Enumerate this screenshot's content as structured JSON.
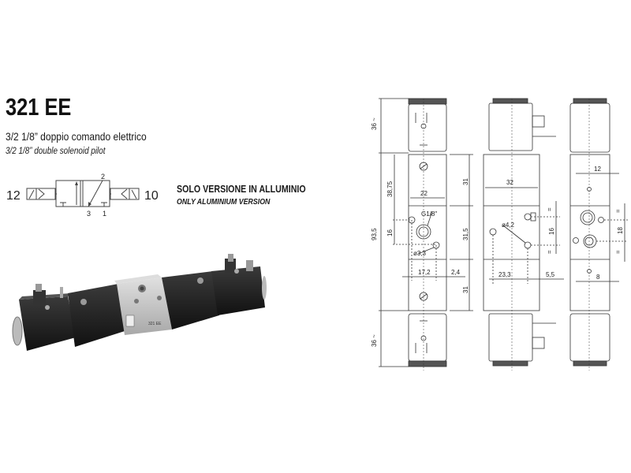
{
  "product": {
    "code": "321 EE",
    "description_it": "3/2 1/8” doppio comando elettrico",
    "description_en": "3/2 1/8” double solenoid pilot"
  },
  "symbol": {
    "left_pilot_label": "12",
    "right_pilot_label": "10",
    "port_top": "2",
    "port_bottom_left": "3",
    "port_bottom_right": "1"
  },
  "note": {
    "it": "SOLO VERSIONE IN ALLUMINIO",
    "en": "ONLY ALUMINIUM VERSION"
  },
  "photo": {
    "label": "321 EE"
  },
  "drawing": {
    "front_view": {
      "coil_height_top": "36 ~",
      "coil_height_bottom": "36 ~",
      "overall_height": "93,5",
      "port_offset": "38,75",
      "hole_spacing": "16",
      "body_width": "22",
      "section_top": "31",
      "section_mid": "31,5",
      "section_bottom": "31",
      "port_thread": "G1/8\"",
      "mount_hole": "ø3,3",
      "hole_distance": "17,2",
      "hole_offset": "2,4"
    },
    "side_view": {
      "body_depth": "32",
      "pilot_hole": "ø4,2",
      "hole_spacing": "16",
      "equal_mark": "=",
      "hole_distance": "23,3",
      "hole_offset": "5,5"
    },
    "rear_view": {
      "top_offset": "12",
      "hole_spacing": "18",
      "bottom_offset": "8",
      "equal_mark": "="
    }
  },
  "colors": {
    "ink": "#111111",
    "line": "#333333",
    "coil_dark": "#1c1c1c",
    "aluminium": "#c8c8c8"
  }
}
